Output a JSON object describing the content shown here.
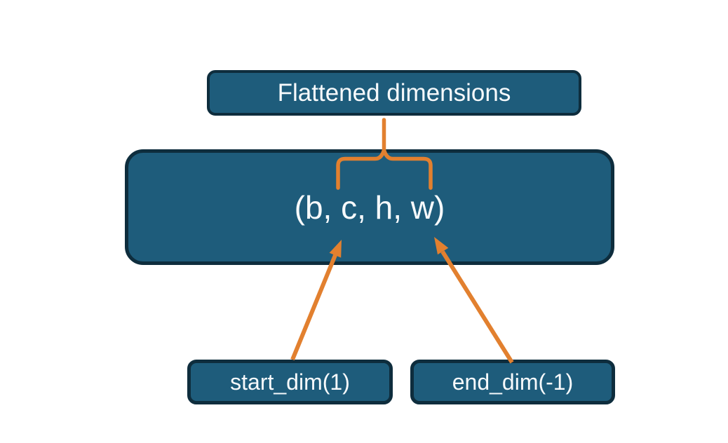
{
  "diagram": {
    "colors": {
      "node_fill": "#1e5c7b",
      "node_border": "#0e2d3d",
      "connector": "#e2802f",
      "text": "#f7fafc",
      "background": "#ffffff"
    },
    "nodes": {
      "flattened": {
        "label": "Flattened dimensions"
      },
      "tuple": {
        "label": "(b, c, h, w)"
      },
      "start_dim": {
        "label": "start_dim(1)"
      },
      "end_dim": {
        "label": "end_dim(-1)"
      }
    }
  }
}
